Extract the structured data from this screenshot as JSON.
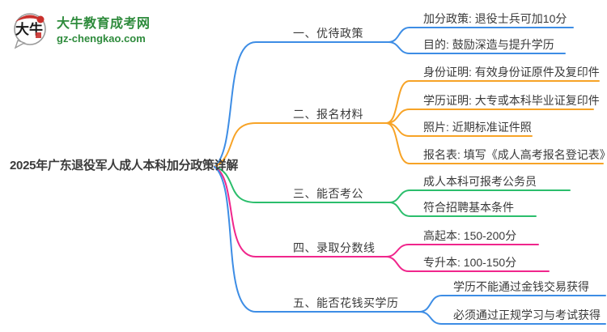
{
  "colors": {
    "blue": "#3d8de5",
    "orange": "#f7a326",
    "green": "#2bbe6c",
    "pink": "#f0268c",
    "ink": "#3a3a3a",
    "brand": "#2e8b3c",
    "logo_red": "#c9302c"
  },
  "logo": {
    "icon_text": "大牛",
    "site_name": "大牛教育成考网",
    "site_url": "gz-chengkao.com"
  },
  "mindmap": {
    "root": "2025年广东退役军人成人本科加分政策详解",
    "branches": [
      {
        "label": "一、优待政策",
        "color": "#3d8de5",
        "children": [
          "加分政策: 退役士兵可加10分",
          "目的: 鼓励深造与提升学历"
        ]
      },
      {
        "label": "二、报名材料",
        "color": "#f7a326",
        "children": [
          "身份证明: 有效身份证原件及复印件",
          "学历证明: 大专或本科毕业证复印件",
          "照片: 近期标准证件照",
          "报名表: 填写《成人高考报名登记表》"
        ]
      },
      {
        "label": "三、能否考公",
        "color": "#2bbe6c",
        "children": [
          "成人本科可报考公务员",
          "符合招聘基本条件"
        ]
      },
      {
        "label": "四、录取分数线",
        "color": "#f0268c",
        "children": [
          "高起本: 150-200分",
          "专升本: 100-150分"
        ]
      },
      {
        "label": "五、能否花钱买学历",
        "color": "#3d8de5",
        "children": [
          "学历不能通过金钱交易获得",
          "必须通过正规学习与考试获得"
        ]
      }
    ]
  }
}
